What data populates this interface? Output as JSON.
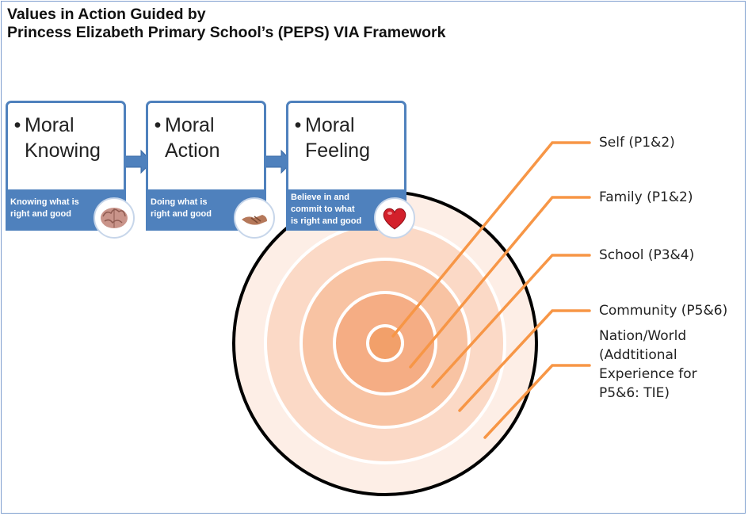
{
  "title": {
    "line1": "Values in Action Guided by",
    "line2": "Princess Elizabeth Primary School’s (PEPS) VIA Framework"
  },
  "cards": [
    {
      "bullet": "•",
      "line1": "Moral",
      "line2": "Knowing",
      "foot_line1": "Knowing what is",
      "foot_line2": "right and good",
      "foot_line3": "",
      "icon": "brain-icon"
    },
    {
      "bullet": "•",
      "line1": "Moral",
      "line2": "Action",
      "foot_line1": "Doing what is",
      "foot_line2": "right and good",
      "foot_line3": "",
      "icon": "handshake-icon"
    },
    {
      "bullet": "•",
      "line1": "Moral",
      "line2": "Feeling",
      "foot_line1": "Believe in and",
      "foot_line2": "commit to what",
      "foot_line3": "is right and good",
      "icon": "heart-icon"
    }
  ],
  "rings": [
    {
      "label": "Self (P1&2)"
    },
    {
      "label": "Family (P1&2)"
    },
    {
      "label": "School (P3&4)"
    },
    {
      "label": "Community (P5&6)"
    },
    {
      "label_lines": [
        "Nation/World",
        "(Addtitional",
        "Experience for",
        "P5&6: TIE)"
      ]
    }
  ],
  "colors": {
    "frame": "#7f9fcf",
    "card_border": "#4f81bd",
    "card_foot": "#4f81bd",
    "leader_line": "#f79646",
    "ring_center": "#f2a06a",
    "ring_outer": "#fdeee6"
  }
}
